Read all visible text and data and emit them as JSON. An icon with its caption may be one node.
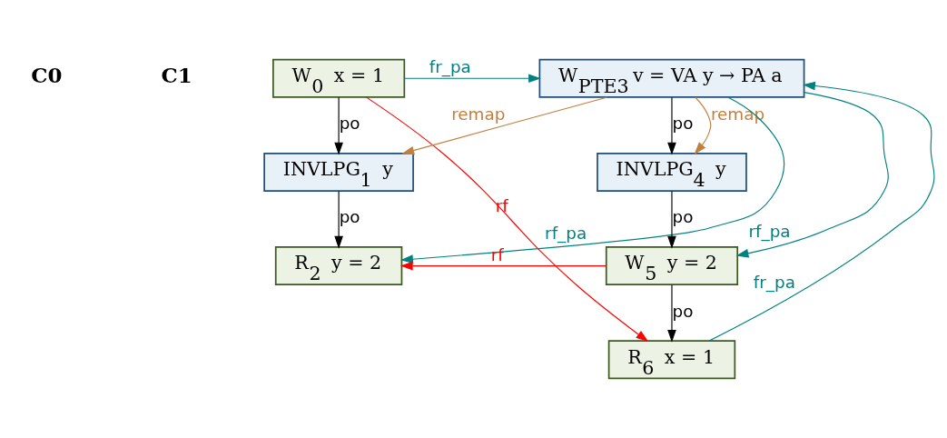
{
  "diagram": {
    "nodes": [
      {
        "text": [
          "W$_{0}$ x = 1"
        ]
      },
      {
        "text": [
          "W$_{PTE3}$ v = VA y → PA a"
        ]
      },
      {
        "text": [
          "INVLPG$_{1}$ y"
        ]
      },
      {
        "text": [
          "INVLPG$_{4}$ y"
        ]
      },
      {
        "text": [
          "R$_{2}$ y = 2"
        ]
      },
      {
        "text": [
          "W$_{5}$ y = 2"
        ]
      },
      {
        "text": [
          "R$_{6}$ x = 1"
        ]
      }
    ],
    "edges": [
      {
        "from": 0,
        "to": 1,
        "arrow": "to",
        "label": "fr_pa",
        "color": "#008080"
      },
      {
        "from": 0,
        "to": 2,
        "arrow": "to",
        "label": "po"
      },
      {
        "from": 2,
        "to": 4,
        "arrow": "to",
        "label": "po"
      },
      {
        "from": 1,
        "to": 3,
        "arrow": "to",
        "label": "po"
      },
      {
        "from": 3,
        "to": 5,
        "arrow": "to",
        "label": "po"
      },
      {
        "from": 5,
        "to": 6,
        "arrow": "to",
        "label": "po"
      },
      {
        "from": 1,
        "to": 2,
        "arrow": "to",
        "label": "remap",
        "color": "#c08040"
      },
      {
        "from": 1,
        "to": 4,
        "arrow": "to",
        "label": "rf_pa",
        "color": "#008080"
      },
      {
        "from": 1,
        "to": 3,
        "arrow": "to",
        "label": "remap",
        "color": "#c08040"
      },
      {
        "from": 1,
        "to": 5,
        "arrow": "to",
        "label": "rf_pa",
        "color": "#008080"
      },
      {
        "from": 6,
        "to": 1,
        "arrow": "to",
        "label": "fr_pa",
        "color": "#008080"
      },
      {
        "from": 5,
        "to": 4,
        "arrow": "to",
        "label": "rf",
        "color": "#ff0000"
      },
      {
        "from": 0,
        "to": 6,
        "arrow": "to",
        "label": "rf",
        "color": "#ff0000"
      }
    ],
    "labels": [
      "C0",
      "C1"
    ]
  }
}
